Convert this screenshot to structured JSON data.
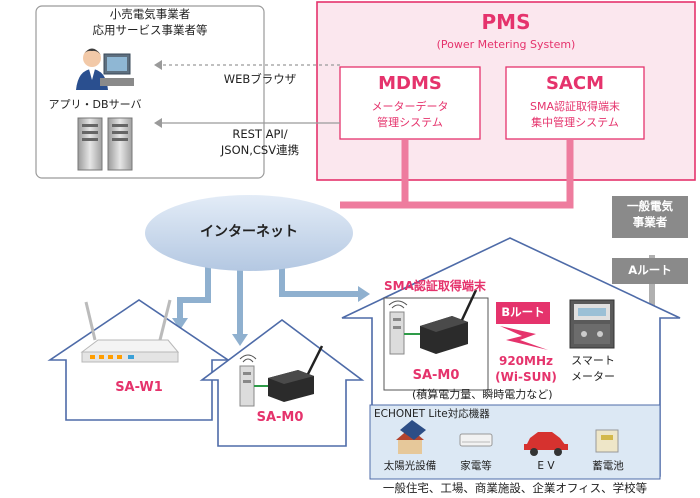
{
  "pms": {
    "title": "PMS",
    "subtitle": "(Power Metering System)",
    "mdms": {
      "title": "MDMS",
      "line1": "メーターデータ",
      "line2": "管理システム"
    },
    "sacm": {
      "title": "SACM",
      "line1": "SMA認証取得端末",
      "line2": "集中管理システム"
    }
  },
  "operator": {
    "line1": "小売電気事業者",
    "line2": "応用サービス事業者等",
    "server_label": "アプリ・DBサーバ"
  },
  "links": {
    "web_browser": "WEBブラウザ",
    "rest_line1": "REST API/",
    "rest_line2": "JSON,CSV連携"
  },
  "internet": {
    "label": "インターネット"
  },
  "utility": {
    "line1": "一般電気",
    "line2": "事業者",
    "a_route": "Aルート"
  },
  "home": {
    "sma_title": "SMA認証取得端末",
    "b_route": "Bルート",
    "freq_line1": "920MHz",
    "freq_line2": "(Wi-SUN)",
    "smart_meter_line1": "スマート",
    "smart_meter_line2": "メーター",
    "sa_m0_label": "SA-M0",
    "measure_note": "(積算電力量、瞬時電力など)",
    "echonet_title": "ECHONET Lite対応機器",
    "devices": [
      "太陽光設備",
      "家電等",
      "E V",
      "蓄電池"
    ],
    "footer": "一般住宅、工場、商業施設、企業オフィス、学校等"
  },
  "house1": {
    "label": "SA-W1"
  },
  "house2": {
    "label": "SA-M0"
  },
  "colors": {
    "accent": "#e5336c",
    "route_gray": "#8a8a8a",
    "arrow_blue": "#8fb0cf",
    "house_border": "#4e6ba8",
    "echonet_bg": "#dce8f4"
  }
}
